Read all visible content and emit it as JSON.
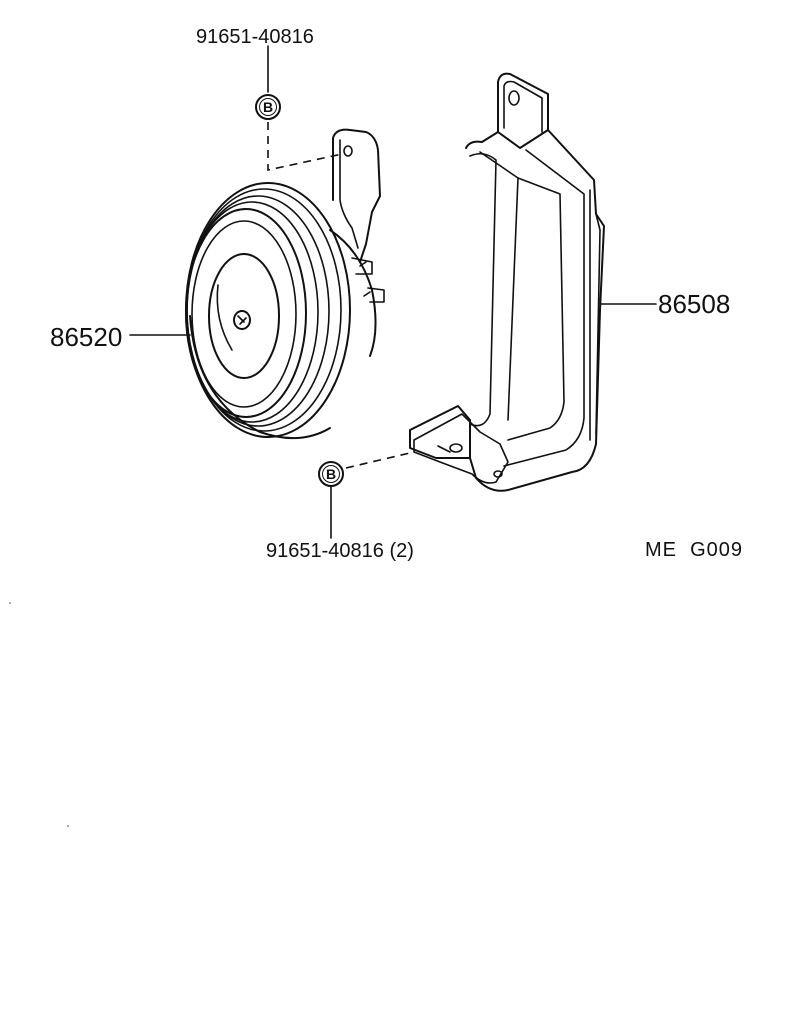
{
  "labels": {
    "top_fastener": "91651-40816",
    "bottom_fastener": "91651-40816 (2)",
    "horn": "86520",
    "bracket": "86508",
    "diagram_code": "ME  G009"
  },
  "badges": {
    "top": "B",
    "bottom": "B"
  }
}
